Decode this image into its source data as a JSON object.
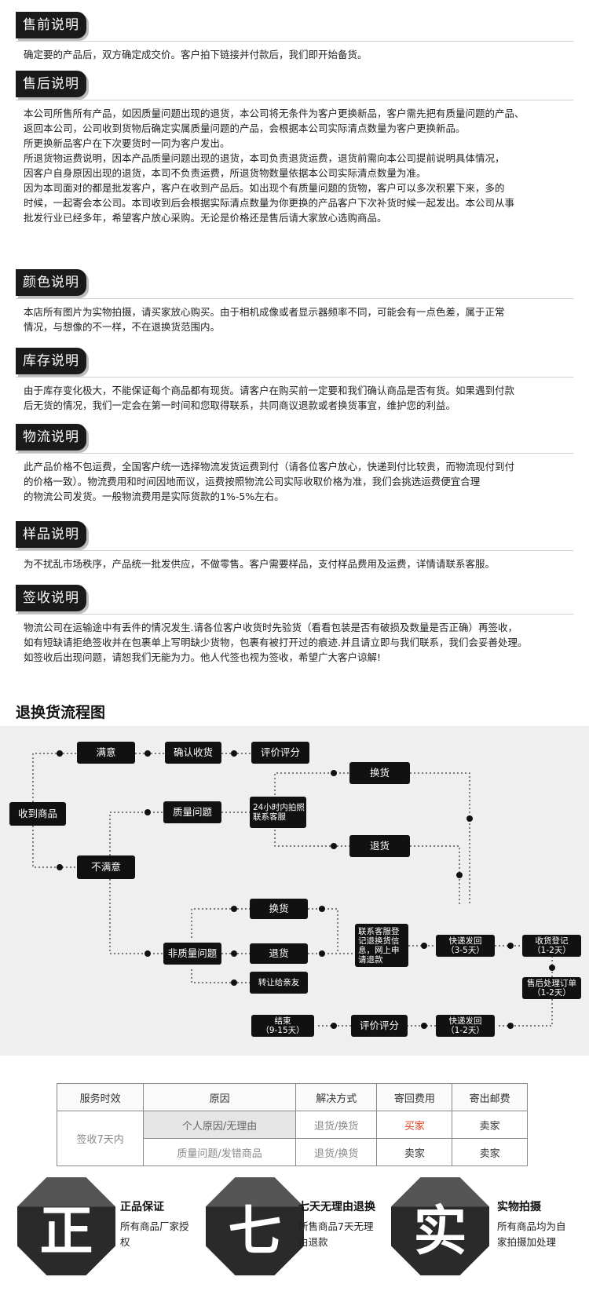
{
  "sections": [
    {
      "title": "售前说明",
      "lines": [
        "确定要的产品后，双方确定成交价。客户拍下链接并付款后，我们即开始备货。"
      ]
    },
    {
      "title": "售后说明",
      "lines": [
        "本公司所售所有产品，如因质量问题出现的退货，本公司将无条件为客户更换新品，客户需先把有质量问题的产品、",
        "返回本公司，公司收到货物后确定实属质量问题的产品，会根据本公司实际清点数量为客户更换新品。",
        "所更换新品客户在下次要货时一同为客户发出。",
        "所退货物运费说明，因本产品质量问题出现的退货，本司负责退货运费，退货前需向本公司提前说明具体情况，",
        "因客户自身原因出现的退货，本司不负责运费，所退货物数量依据本公司实际清点数量为准。",
        "因为本司面对的都是批发客户，客户在收到产品后。如出现个有质量问题的货物，客户可以多次积累下来，多的",
        "时候，一起寄会本公司。本司收到后会根据实际清点数量为你更换的产品客户下次补货时候一起发出。本公司从事",
        "批发行业已经多年，希望客户放心采购。无论是价格还是售后请大家放心选购商品。"
      ]
    },
    {
      "title": "颜色说明",
      "lines": [
        "本店所有图片为实物拍摄，请买家放心购买。由于相机成像或者显示器频率不同，可能会有一点色差，属于正常",
        "情况，与想像的不一样，不在退换货范围内。"
      ]
    },
    {
      "title": "库存说明",
      "lines": [
        "由于库存变化极大，不能保证每个商品都有现货。请客户在购买前一定要和我们确认商品是否有货。如果遇到付款",
        "后无货的情况，我们一定会在第一时间和您取得联系，共同商议退款或者换货事宜，维护您的利益。"
      ]
    },
    {
      "title": "物流说明",
      "lines": [
        "此产品价格不包运费，全国客户统一选择物流发货运费到付（请各位客户放心，快递到付比较贵，而物流现付到付",
        "的价格一致）。物流费用和时间因地而议，运费按照物流公司实际收取价格为准，我们会挑选运费便宜合理",
        "的物流公司发货。一般物流费用是实际货款的1%-5%左右。"
      ]
    },
    {
      "title": "样品说明",
      "lines": [
        "为不扰乱市场秩序，产品统一批发供应，不做零售。客户需要样品，支付样品费用及运费，详情请联系客服。"
      ]
    },
    {
      "title": "签收说明",
      "lines": [
        "物流公司在运输途中有丢件的情况发生.请各位客户收货时先验货（看看包装是否有破损及数量是否正确）再签收，",
        "如有短缺请拒绝签收并在包裹单上写明缺少货物，包裹有被打开过的痕迹.并且请立即与我们联系，我们会妥善处理。",
        "如签收后出现问题，请恕我们无能为力。他人代签也视为签收，希望广大客户谅解!"
      ]
    }
  ],
  "flow": {
    "title": "退换货流程图",
    "nodes": {
      "receive": "收到商品",
      "satisfied": "满意",
      "confirm": "确认收货",
      "rate1": "评价评分",
      "unsatisfied": "不满意",
      "quality": "质量问题",
      "contact24": "24小时内拍照联系客服",
      "exchange1": "换货",
      "return1": "退货",
      "nonquality": "非质量问题",
      "exchange2": "换货",
      "return2": "退货",
      "transfer": "转让给亲友",
      "register": "联系客服登记退换货信息，网上申请退款",
      "ship_back": "快递发回",
      "ship_back_days": "（3-5天）",
      "receive_reg": "收货登记",
      "receive_reg_days": "（1-2天）",
      "after_sales": "售后处理订单",
      "after_sales_days": "（1-2天）",
      "ship_out": "快递发回",
      "ship_out_days": "（1-2天）",
      "rate2": "评价评分",
      "end": "结束",
      "end_days": "（9-15天）"
    }
  },
  "table": {
    "headers": [
      "服务时效",
      "原因",
      "解决方式",
      "寄回费用",
      "寄出邮费"
    ],
    "period": "签收7天内",
    "rows": [
      {
        "reason": "个人原因/无理由",
        "method": "退货/换货",
        "return_fee": "买家",
        "send_fee": "卖家"
      },
      {
        "reason": "质量问题/发错商品",
        "method": "退货/换货",
        "return_fee": "卖家",
        "send_fee": "卖家"
      }
    ],
    "highlight_color": "#e04020"
  },
  "badges": [
    {
      "char": "正",
      "title": "正品保证",
      "desc": "所有商品厂家授权"
    },
    {
      "char": "七",
      "title": "七天无理由退换",
      "desc": "所售商品7天无理由退款"
    },
    {
      "char": "实",
      "title": "实物拍摄",
      "desc": "所有商品均为自家拍摄加处理"
    }
  ]
}
